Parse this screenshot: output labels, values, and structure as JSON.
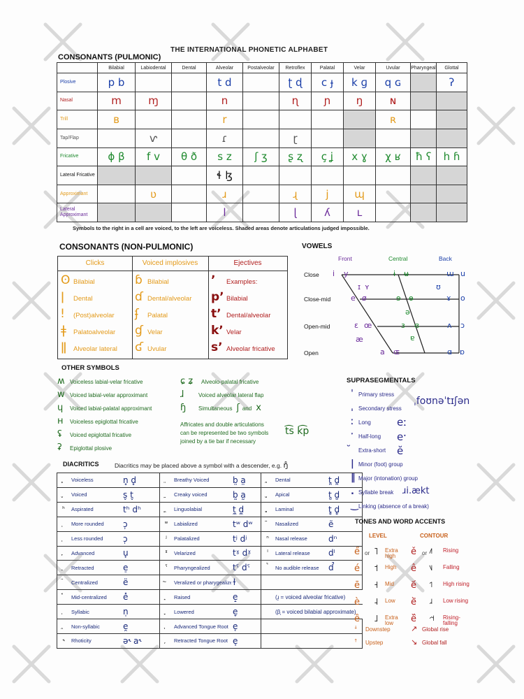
{
  "title": "THE INTERNATIONAL PHONETIC ALPHABET",
  "colors": {
    "blue": "#1a3ea8",
    "red": "#b01e1e",
    "orange": "#e39a1a",
    "grey": "#555555",
    "green": "#1f8a2e",
    "purple": "#6a2a9a",
    "shade": "#d6d6d6"
  },
  "pulmonic": {
    "heading": "CONSONANTS (PULMONIC)",
    "columns": [
      "Bilabial",
      "Labiodental",
      "Dental",
      "Alveolar",
      "Postalveolar",
      "Retroflex",
      "Palatal",
      "Velar",
      "Uvular",
      "Pharyngeal",
      "Glottal"
    ],
    "rows": [
      {
        "label": "Plosive",
        "cells": [
          "p  b",
          "",
          "",
          "t  d",
          "",
          "ʈ  ɖ",
          "c  ɟ",
          "k  ɡ",
          "q  ɢ",
          "",
          "ʔ"
        ]
      },
      {
        "label": "Nasal",
        "cells": [
          "m",
          "ɱ",
          "",
          "n",
          "",
          "ɳ",
          "ɲ",
          "ŋ",
          "ɴ",
          "",
          ""
        ]
      },
      {
        "label": "Trill",
        "cells": [
          "ʙ",
          "",
          "",
          "r",
          "",
          "",
          "",
          "",
          "ʀ",
          "",
          ""
        ]
      },
      {
        "label": "Tap/Flap",
        "cells": [
          "",
          "ⱱ",
          "",
          "ɾ",
          "",
          "ɽ",
          "",
          "",
          "",
          "",
          ""
        ]
      },
      {
        "label": "Fricative",
        "cells": [
          "ɸ  β",
          "f  v",
          "θ  ð",
          "s  z",
          "ʃ  ʒ",
          "ʂ  ʐ",
          "ç  ʝ",
          "x  ɣ",
          "χ  ʁ",
          "ħ  ʕ",
          "h  ɦ"
        ]
      },
      {
        "label": "Lateral Fricative",
        "cells": [
          "",
          "",
          "",
          "ɬ  ɮ",
          "",
          "",
          "",
          "",
          "",
          "",
          ""
        ]
      },
      {
        "label": "Approximant",
        "cells": [
          "",
          "ʋ",
          "",
          "ɹ",
          "",
          "ɻ",
          "j",
          "ɰ",
          "",
          "",
          ""
        ]
      },
      {
        "label": "Lateral Approximant",
        "cells": [
          "",
          "",
          "",
          "l",
          "",
          "ɭ",
          "ʎ",
          "ʟ",
          "",
          "",
          ""
        ]
      }
    ],
    "note": "Symbols to the right in a cell are voiced, to the left are voiceless. Shaded areas denote articulations judged impossible."
  },
  "nonpulmonic": {
    "heading": "CONSONANTS (NON-PULMONIC)",
    "headers": [
      "Clicks",
      "Voiced implosives",
      "Ejectives"
    ],
    "clicks": [
      {
        "g": "ʘ",
        "l": "Bilabial"
      },
      {
        "g": "ǀ",
        "l": "Dental"
      },
      {
        "g": "ǃ",
        "l": "(Post)alveolar"
      },
      {
        "g": "ǂ",
        "l": "Palatoalveolar"
      },
      {
        "g": "ǁ",
        "l": "Alveolar lateral"
      }
    ],
    "implosives": [
      {
        "g": "ɓ",
        "l": "Bilabial"
      },
      {
        "g": "ɗ",
        "l": "Dental/alveolar"
      },
      {
        "g": "ʄ",
        "l": "Palatal"
      },
      {
        "g": "ɠ",
        "l": "Velar"
      },
      {
        "g": "ʛ",
        "l": "Uvular"
      }
    ],
    "ejectives": [
      {
        "g": "ʼ",
        "l": "Examples:"
      },
      {
        "g": "pʼ",
        "l": "Bilabial"
      },
      {
        "g": "tʼ",
        "l": "Dental/alveolar"
      },
      {
        "g": "kʼ",
        "l": "Velar"
      },
      {
        "g": "sʼ",
        "l": "Alveolar fricative"
      }
    ]
  },
  "vowels": {
    "heading": "VOWELS",
    "cols": [
      "Front",
      "Central",
      "Back"
    ],
    "rows": [
      "Close",
      "Close-mid",
      "Open-mid",
      "Open"
    ],
    "symbols": {
      "close": [
        "i",
        "y",
        "ɨ",
        "ʉ",
        "ɯ",
        "u"
      ],
      "near": [
        "ɪ",
        "ʏ",
        "ʊ"
      ],
      "closemid": [
        "e",
        "ø",
        "ɘ",
        "ɵ",
        "ɤ",
        "o"
      ],
      "schwa": "ə",
      "openmid": [
        "ɛ",
        "œ",
        "ɜ",
        "ɞ",
        "ʌ",
        "ɔ"
      ],
      "nearopen": [
        "æ",
        "ɐ"
      ],
      "open": [
        "a",
        "ɶ",
        "ɑ",
        "ɒ"
      ]
    }
  },
  "other": {
    "heading": "OTHER SYMBOLS",
    "left": [
      {
        "g": "ʍ",
        "l": "Voiceless labial-velar fricative"
      },
      {
        "g": "w",
        "l": "Voiced labial-velar approximant"
      },
      {
        "g": "ɥ",
        "l": "Voiced labial-palatal approximant"
      },
      {
        "g": "ʜ",
        "l": "Voiceless epiglottal fricative"
      },
      {
        "g": "ʢ",
        "l": "Voiced epiglottal fricative"
      },
      {
        "g": "ʡ",
        "l": "Epiglottal plosive"
      }
    ],
    "right": [
      {
        "g": "ɕ ʑ",
        "l": "Alveolo-palatal fricative"
      },
      {
        "g": "ɺ",
        "l": "Voiced alveolar lateral flap"
      },
      {
        "g": "ɧ",
        "l": "Simultaneous"
      }
    ],
    "simul_and": "and",
    "simul_g1": "ʃ",
    "simul_g2": "x",
    "affricate_text": [
      "Affricates and double articulations",
      "can be represented be two symbols",
      "joined by a tie bar if necessary"
    ],
    "affricate_examples": "t͡s  k͡p"
  },
  "diacritics": {
    "heading": "DIACRITICS",
    "note": "Diacritics may be placed above a symbol with a descender, e.g.",
    "note_ex": "ŋ̊",
    "rows": [
      [
        {
          "m": "̥",
          "l": "Voiceless",
          "e": "n̥ d̥"
        },
        {
          "m": "̤",
          "l": "Breathy Voiced",
          "e": "b̤ a̤"
        },
        {
          "m": "̪",
          "l": "Dental",
          "e": "t̪ d̪"
        }
      ],
      [
        {
          "m": "̬",
          "l": "Voiced",
          "e": "s̬ t̬"
        },
        {
          "m": "̰",
          "l": "Creaky voiced",
          "e": "b̰ a̰"
        },
        {
          "m": "̺",
          "l": "Apical",
          "e": "t̺ d̺"
        }
      ],
      [
        {
          "m": "ʰ",
          "l": "Aspirated",
          "e": "tʰ dʰ"
        },
        {
          "m": "̼",
          "l": "Linguolabial",
          "e": "t̼ d̼"
        },
        {
          "m": "̻",
          "l": "Laminal",
          "e": "t̻ d̻"
        }
      ],
      [
        {
          "m": "̹",
          "l": "More rounded",
          "e": "ɔ̹"
        },
        {
          "m": "ʷ",
          "l": "Labialized",
          "e": "tʷ dʷ"
        },
        {
          "m": "̃",
          "l": "Nasalized",
          "e": "ẽ"
        }
      ],
      [
        {
          "m": "̜",
          "l": "Less rounded",
          "e": "ɔ̜"
        },
        {
          "m": "ʲ",
          "l": "Palatalized",
          "e": "tʲ dʲ"
        },
        {
          "m": "ⁿ",
          "l": "Nasal release",
          "e": "dⁿ"
        }
      ],
      [
        {
          "m": "̟",
          "l": "Advanced",
          "e": "u̟"
        },
        {
          "m": "ˠ",
          "l": "Velarized",
          "e": "tˠ dˠ"
        },
        {
          "m": "ˡ",
          "l": "Lateral release",
          "e": "dˡ"
        }
      ],
      [
        {
          "m": "̠",
          "l": "Retracted",
          "e": "e̠"
        },
        {
          "m": "ˤ",
          "l": "Pharyngealized",
          "e": "tˤ dˤ"
        },
        {
          "m": "̚",
          "l": "No audible release",
          "e": "d̚"
        }
      ],
      [
        {
          "m": "̈",
          "l": "Centralized",
          "e": "ë"
        },
        {
          "m": "̴",
          "l": "Veralized or pharygealized",
          "e": "ɫ"
        },
        {
          "m": "",
          "l": "",
          "e": ""
        }
      ],
      [
        {
          "m": "̽",
          "l": "Mid-centralized",
          "e": "e̽"
        },
        {
          "m": "̝",
          "l": "Raised",
          "e": "e̝"
        },
        {
          "m": "",
          "l": "(ɹ̝ = voiced alveolar fricative)",
          "e": ""
        }
      ],
      [
        {
          "m": "̩",
          "l": "Syllabic",
          "e": "n̩"
        },
        {
          "m": "̞",
          "l": "Lowered",
          "e": "e̞"
        },
        {
          "m": "",
          "l": "(β̞ = voiced bilabial approximate)",
          "e": ""
        }
      ],
      [
        {
          "m": "̯",
          "l": "Non-syllabic",
          "e": "e̯"
        },
        {
          "m": "̘",
          "l": "Advanced Tongue Root",
          "e": "e̘"
        },
        {
          "m": "",
          "l": "",
          "e": ""
        }
      ],
      [
        {
          "m": "˞",
          "l": "Rhoticity",
          "e": "ə˞ a˞"
        },
        {
          "m": "̙",
          "l": "Retracted Tongue Root",
          "e": "e̙"
        },
        {
          "m": "",
          "l": "",
          "e": ""
        }
      ]
    ]
  },
  "supra": {
    "heading": "SUPRASEGMENTALS",
    "items": [
      {
        "g": "ˈ",
        "l": "Primary stress"
      },
      {
        "g": "ˌ",
        "l": "Secondary stress"
      },
      {
        "g": "ː",
        "l": "Long"
      },
      {
        "g": "ˑ",
        "l": "Half-long"
      },
      {
        "g": "̆",
        "l": "Extra-short"
      },
      {
        "g": "|",
        "l": "Minor (foot) group"
      },
      {
        "g": "‖",
        "l": "Major (intonation) group"
      },
      {
        "g": ".",
        "l": "Syllable break"
      },
      {
        "g": "‿",
        "l": "Linking (absence of a break)"
      }
    ],
    "ex_stress": "ˌfoʊnəˈtɪʃən",
    "ex_long": "eː",
    "ex_half": "eˑ",
    "ex_short": "ĕ",
    "ex_break": "ɹi.ækt"
  },
  "tones": {
    "heading": "TONES AND WORD ACCENTS",
    "level": "LEVEL",
    "contour": "CONTOUR",
    "or": "or",
    "level_rows": [
      {
        "g": "e̋",
        "t": "˥",
        "l": "Extra high"
      },
      {
        "g": "é",
        "t": "˦",
        "l": "High"
      },
      {
        "g": "ē",
        "t": "˧",
        "l": "Mid"
      },
      {
        "g": "è",
        "t": "˨",
        "l": "Low"
      },
      {
        "g": "ȅ",
        "t": "˩",
        "l": "Extra low"
      }
    ],
    "contour_rows": [
      {
        "g": "ě",
        "t": "˩˥",
        "l": "Rising"
      },
      {
        "g": "ê",
        "t": "˥˩",
        "l": "Falling"
      },
      {
        "g": "e᷄",
        "t": "˦˥",
        "l": "High rising"
      },
      {
        "g": "e᷅",
        "t": "˩˨",
        "l": "Low rising"
      },
      {
        "g": "e᷈",
        "t": "˧˦˧",
        "l": "Rising-falling"
      }
    ],
    "bottom": [
      {
        "g": "ꜜ",
        "l": "Downstep"
      },
      {
        "g": "ꜛ",
        "l": "Upstep"
      },
      {
        "g": "↗",
        "l": "Global rise"
      },
      {
        "g": "↘",
        "l": "Global fall"
      }
    ]
  }
}
